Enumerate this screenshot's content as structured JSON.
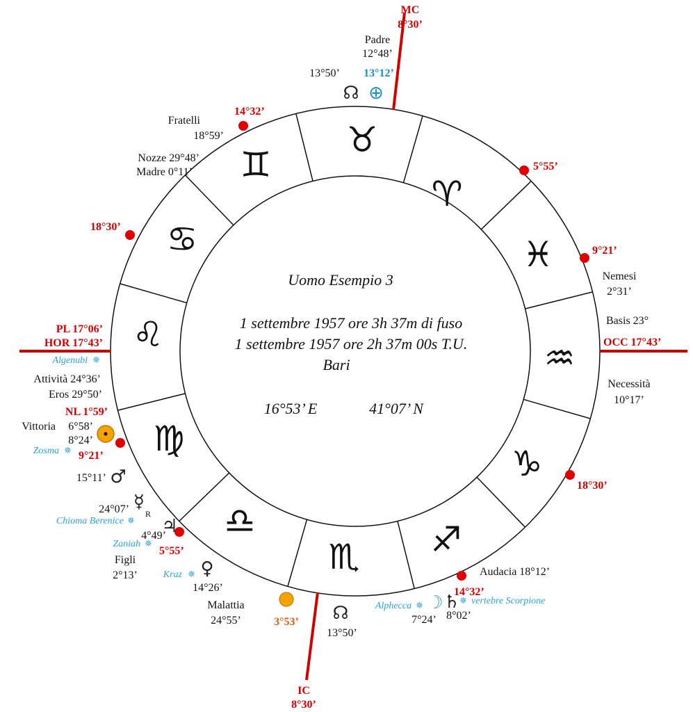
{
  "center": {
    "name": "Uomo Esempio 3",
    "line1": "1 settembre 1957 ore 3h 37m di fuso",
    "line2": "1 settembre 1957 ore 2h 37m 00s T.U.",
    "place": "Bari",
    "longitude": "16°53’ E",
    "latitude": "41°07’ N"
  },
  "signs": {
    "taurus": "♉",
    "aries": "♈",
    "pisces": "♓",
    "aquarius": "♒",
    "capricorn": "♑",
    "sagittarius": "♐",
    "scorpio": "♏",
    "libra": "♎",
    "virgo": "♍",
    "leo": "♌",
    "cancer": "♋",
    "gemini": "♊"
  },
  "angles": {
    "mc": "MC",
    "mc_deg": "8°30’",
    "ic": "IC",
    "ic_deg": "8°30’",
    "pl": "PL 17°06’",
    "hor": "HOR 17°43’",
    "occ": "OCC 17°43’"
  },
  "cusps": {
    "c1": "5°55’",
    "c2": "9°21’",
    "c3": "18°30’",
    "c4": "14°32’",
    "c5": "18°30’",
    "c6": "14°32’",
    "c7": "9°21’",
    "c8": "5°55’"
  },
  "labels": {
    "padre": "Padre",
    "padre_deg": "12°48’",
    "node_top": "13°50’",
    "earth_deg": "13°12’",
    "fratelli": "Fratelli",
    "fratelli_deg": "18°59’",
    "nozze": "Nozze 29°48’",
    "madre": "Madre 0°11’",
    "nemesi": "Nemesi",
    "nemesi_deg": "2°31’",
    "basis": "Basis 23°",
    "necessita": "Necessità",
    "necessita_deg": "10°17’",
    "algenubi": "Algenubi",
    "attivita": "Attività 24°36’",
    "eros": "Eros 29°50’",
    "nl": "NL 1°59’",
    "vittoria": "Vittoria",
    "vittoria_deg": "6°58’",
    "sun_deg": "8°24’",
    "zosma": "Zosma",
    "mars_deg": "15°11’",
    "mercury_deg": "24°07’",
    "mercury_r": "R",
    "chioma": "Chioma Berenice",
    "jupiter_deg": "4°49’",
    "zaniah": "Zaniah",
    "figli": "Figli",
    "figli_deg": "2°13’",
    "kraz": "Kraz",
    "venus_deg": "14°26’",
    "malattia": "Malattia",
    "malattia_deg": "24°55’",
    "pf_deg": "3°53’",
    "node_bottom": "13°50’",
    "alphecca": "Alphecca",
    "moon_deg": "7°24’",
    "saturn_deg": "8°02’",
    "vertebre": "vertebre Scorpione",
    "audacia": "Audacia  18°12’"
  },
  "glyphs": {
    "mars": "♂",
    "mercury": "☿",
    "jupiter": "♃",
    "venus": "♀",
    "saturn": "♄",
    "moon": "☽",
    "node": "☊",
    "earth": "⊕",
    "star": "✵"
  },
  "colors": {
    "angle_red": "#d40000",
    "fixed_star_blue": "#2aa3d6",
    "sun_orange": "#f5a300",
    "ink": "#111111"
  }
}
